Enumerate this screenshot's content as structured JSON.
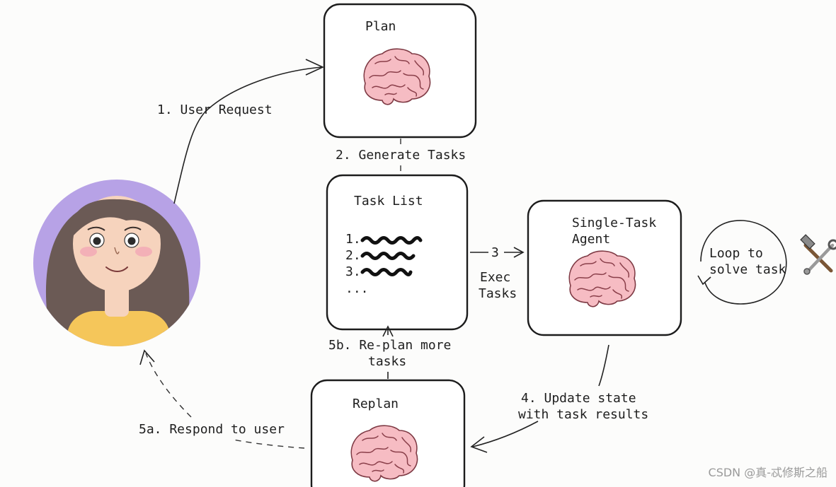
{
  "boxes": {
    "plan": "Plan",
    "task_list": "Task List",
    "agent_line1": "Single-Task",
    "agent_line2": "Agent",
    "replan": "Replan"
  },
  "task_items": [
    "1.",
    "2.",
    "3.",
    "..."
  ],
  "edges": {
    "user_request": "1. User Request",
    "generate_tasks": "2. Generate Tasks",
    "exec_num": "3",
    "exec_line1": "Exec",
    "exec_line2": "Tasks",
    "update_line1": "4. Update state",
    "update_line2": "with task results",
    "replan_line1": "5b. Re-plan more",
    "replan_line2": "tasks",
    "respond": "5a. Respond to user",
    "loop_line1": "Loop to",
    "loop_line2": "solve task"
  },
  "icons": {
    "tools": "hammer-wrench-icon",
    "brain": "brain-icon",
    "user": "user-avatar"
  },
  "watermark": "CSDN @真-忒修斯之船",
  "colors": {
    "avatar_bg": "#b7a2e6",
    "hair": "#6b5a55",
    "skin": "#f6d3bd",
    "shirt": "#f5c65a",
    "brain": "#f6bcc3"
  }
}
